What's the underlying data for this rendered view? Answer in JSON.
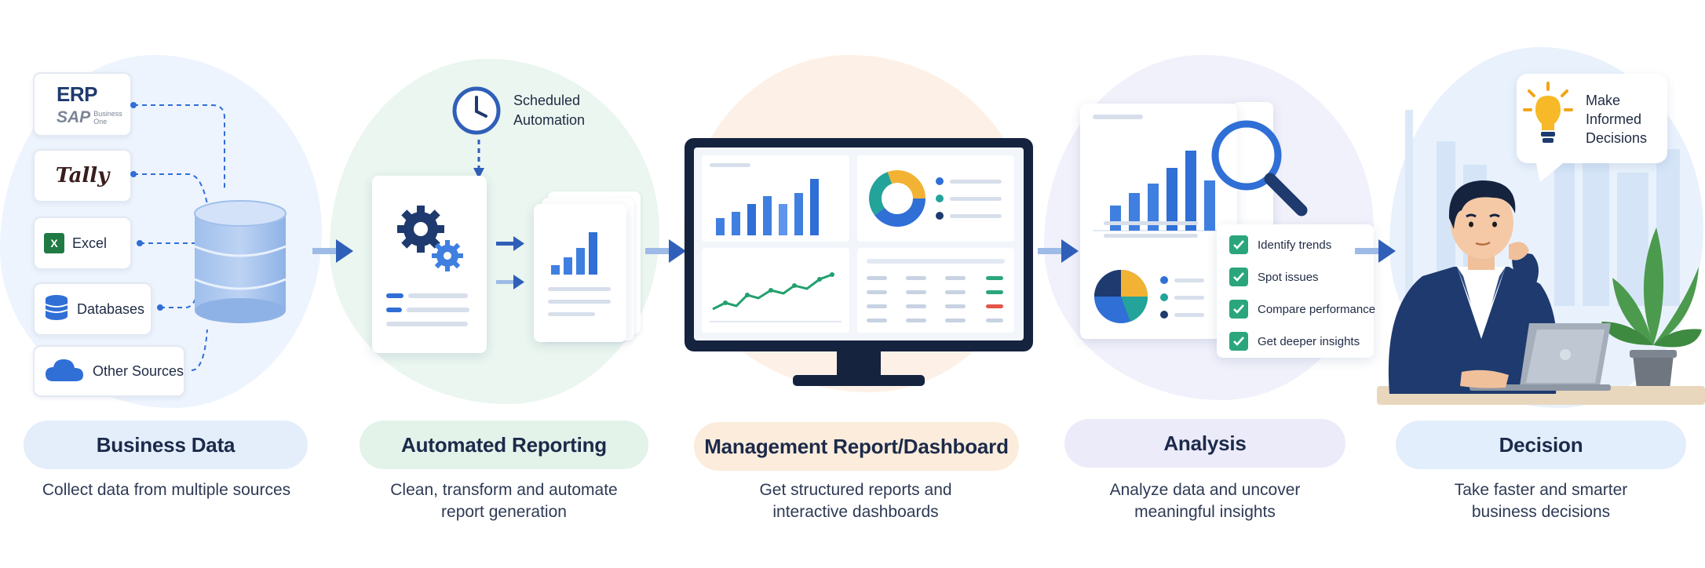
{
  "sources": {
    "erp_title": "ERP",
    "sap_label": "SAP",
    "sap_sub1": "Business",
    "sap_sub2": "One",
    "tally": "Tally",
    "excel": "Excel",
    "databases": "Databases",
    "other": "Other Sources"
  },
  "automation": {
    "line1": "Scheduled",
    "line2": "Automation"
  },
  "analysis_checks": [
    "Identify trends",
    "Spot issues",
    "Compare performance",
    "Get deeper insights"
  ],
  "decision_bubble": {
    "line1": "Make",
    "line2": "Informed",
    "line3": "Decisions"
  },
  "stages": [
    {
      "title": "Business Data",
      "desc1": "Collect data from multiple sources",
      "desc2": ""
    },
    {
      "title": "Automated Reporting",
      "desc1": "Clean, transform and automate",
      "desc2": "report generation"
    },
    {
      "title": "Management Report/Dashboard",
      "desc1": "Get structured reports and",
      "desc2": "interactive dashboards"
    },
    {
      "title": "Analysis",
      "desc1": "Analyze data and uncover",
      "desc2": "meaningful insights"
    },
    {
      "title": "Decision",
      "desc1": "Take faster and smarter",
      "desc2": "business decisions"
    }
  ],
  "colors": {
    "navy": "#1e3a6e",
    "accent_blue": "#2f6fd6",
    "green_check": "#2ba67c",
    "stage1_bg": "#eaf2fc",
    "stage2_bg": "#e8f5ee",
    "stage3_bg": "#fdf1e6",
    "stage4_bg": "#efeffb",
    "stage5_bg": "#e6f1fc"
  }
}
